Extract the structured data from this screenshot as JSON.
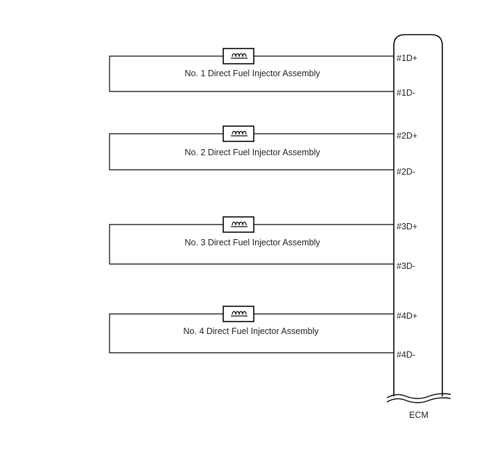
{
  "ecm": {
    "label": "ECM"
  },
  "injectors": [
    {
      "label": "No. 1 Direct Fuel Injector Assembly",
      "pos_terminal": "#1D+",
      "neg_terminal": "#1D-"
    },
    {
      "label": "No. 2 Direct Fuel Injector Assembly",
      "pos_terminal": "#2D+",
      "neg_terminal": "#2D-"
    },
    {
      "label": "No. 3 Direct Fuel Injector Assembly",
      "pos_terminal": "#3D+",
      "neg_terminal": "#3D-"
    },
    {
      "label": "No. 4 Direct Fuel Injector Assembly",
      "pos_terminal": "#4D+",
      "neg_terminal": "#4D-"
    }
  ],
  "icons": {
    "injector_symbol": "coil-icon"
  }
}
